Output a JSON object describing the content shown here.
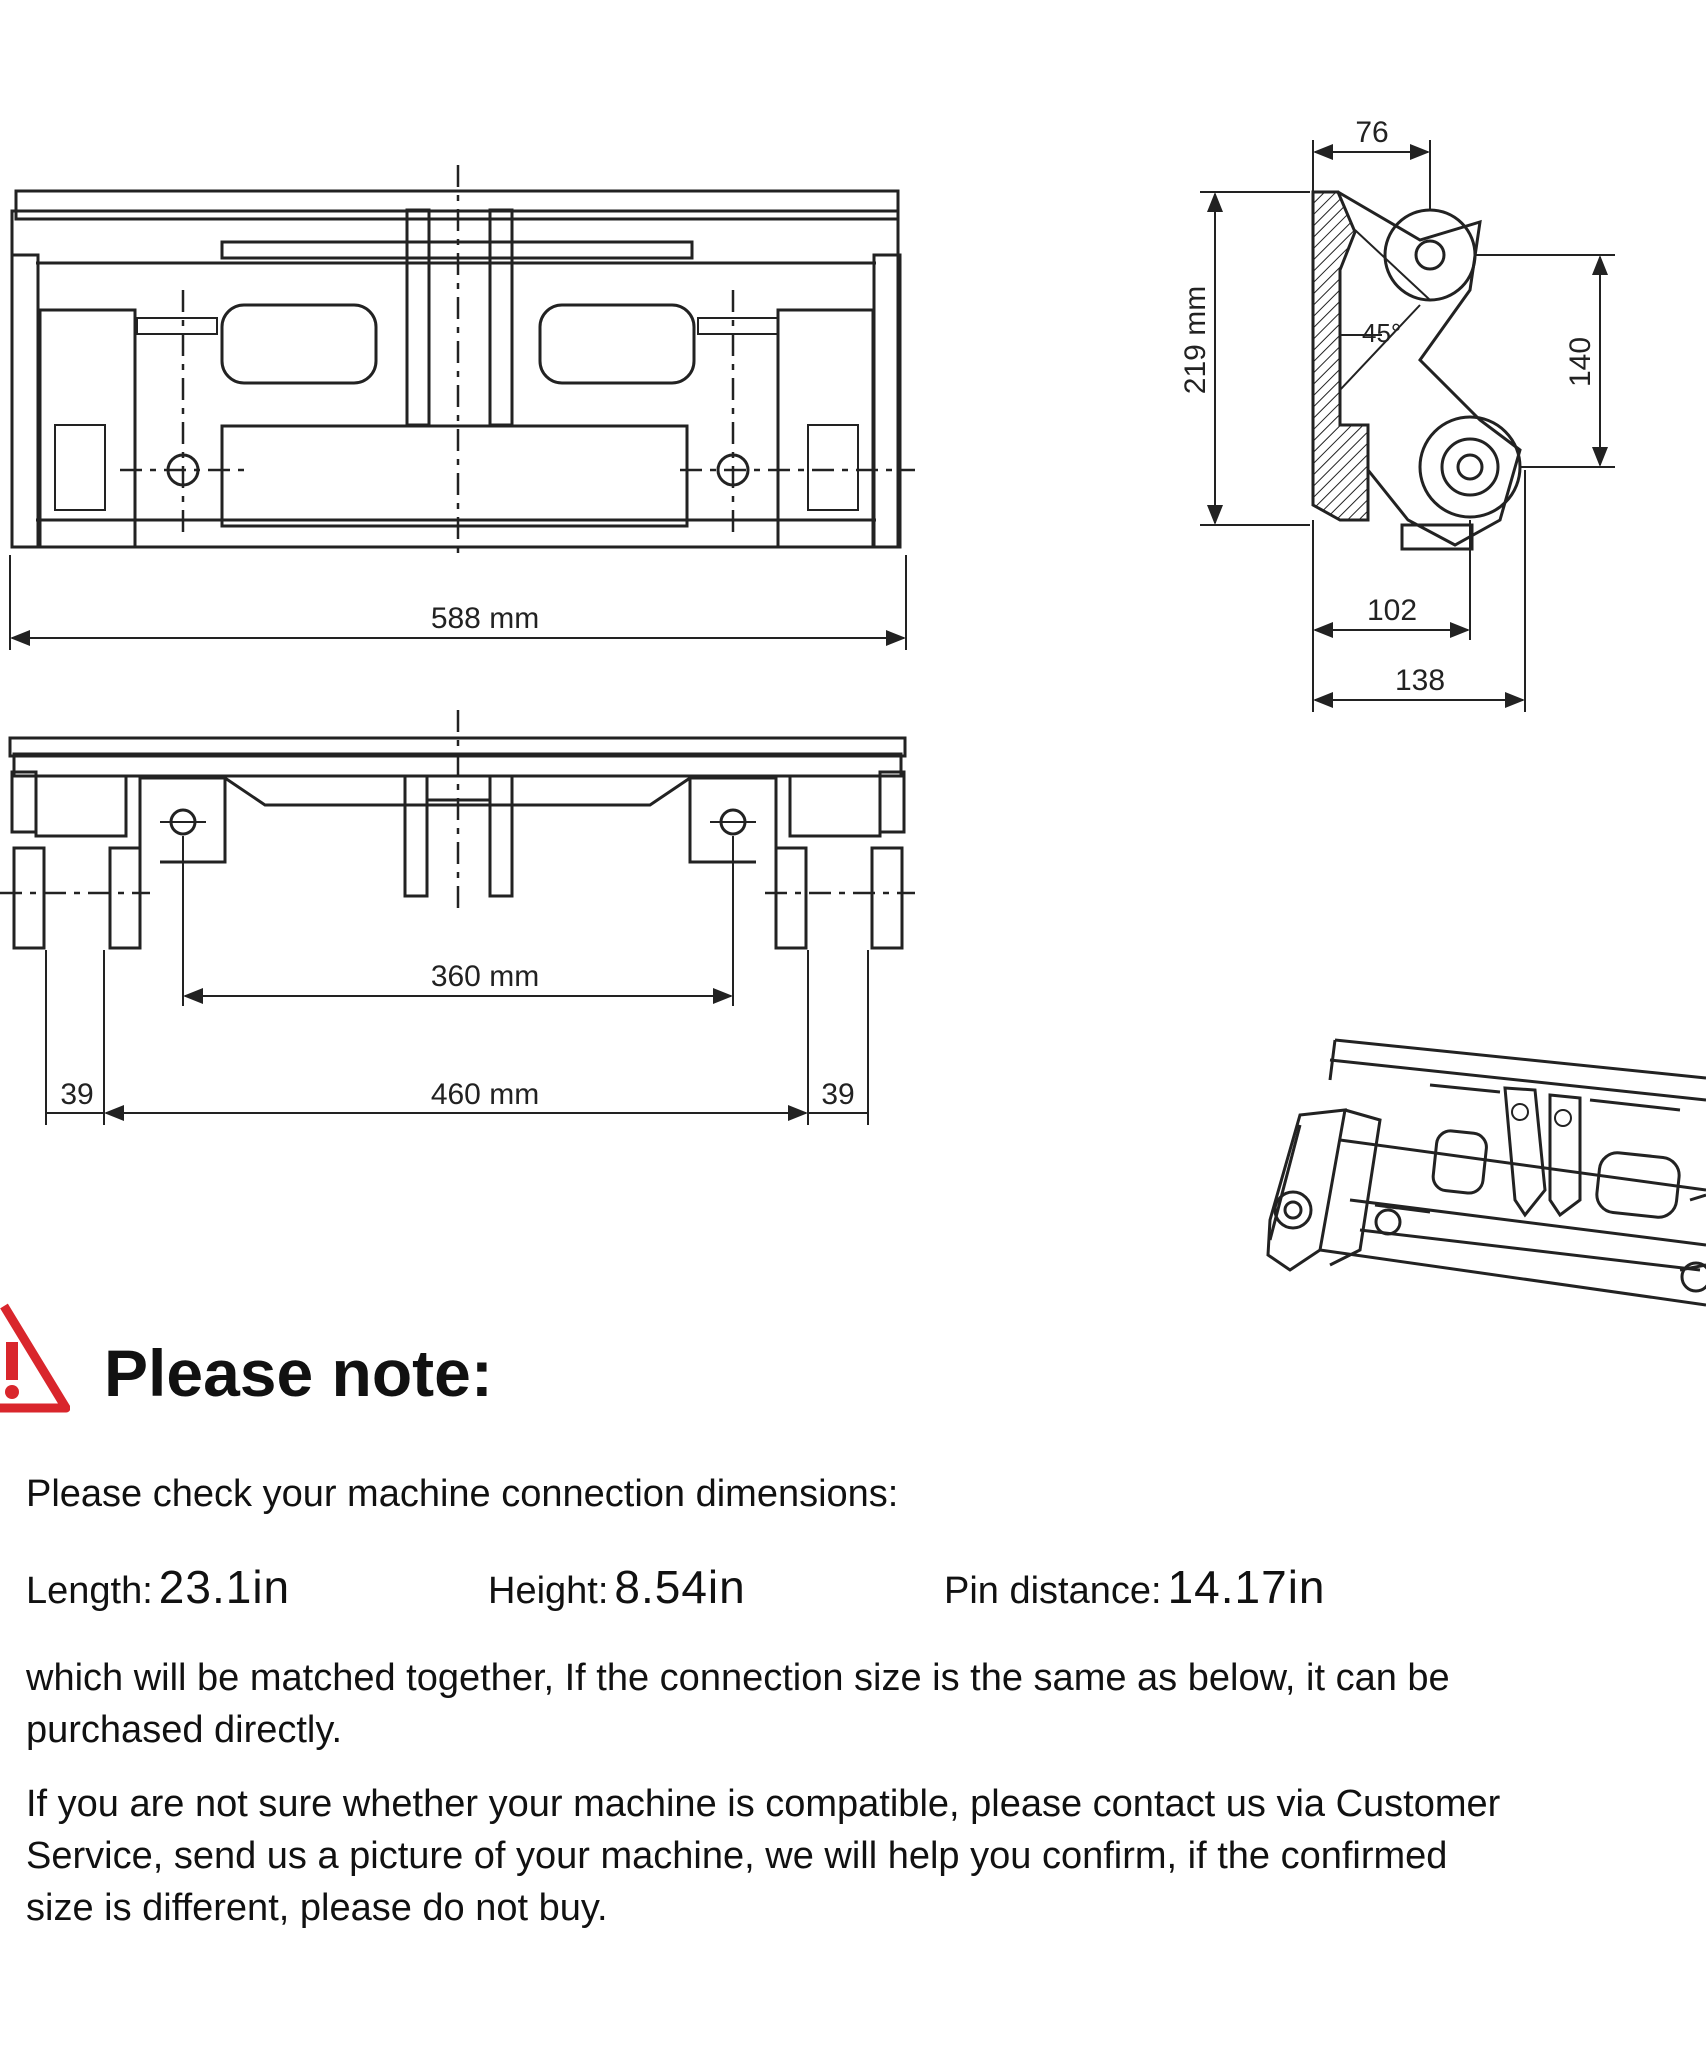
{
  "drawing": {
    "front_width": "588 mm",
    "pin_spacing": "360 mm",
    "inner_spacing": "460 mm",
    "side_offset_left": "39",
    "side_offset_right": "39",
    "profile_top_width": "76",
    "profile_height": "219 mm",
    "profile_angle": "45°",
    "profile_pin_height": "140",
    "profile_base_102": "102",
    "profile_base_138": "138"
  },
  "note": {
    "title": "Please note:",
    "intro": "Please check your machine connection dimensions:",
    "specs": [
      {
        "label": "Length:",
        "value": "23.1in"
      },
      {
        "label": "Height:",
        "value": "8.54in"
      },
      {
        "label": "Pin distance:",
        "value": "14.17in"
      }
    ],
    "para1_line1": "which will be matched together, If the connection size is the same as below, it can be",
    "para1_line2": "purchased directly.",
    "para2_line1": "If you are not sure whether your machine is compatible, please contact us via Customer",
    "para2_line2": "Service, send us a picture of your machine, we will help you confirm, if the confirmed",
    "para2_line3": "size is different, please do not buy."
  },
  "colors": {
    "warning": "#d9262c",
    "ink": "#222222"
  }
}
